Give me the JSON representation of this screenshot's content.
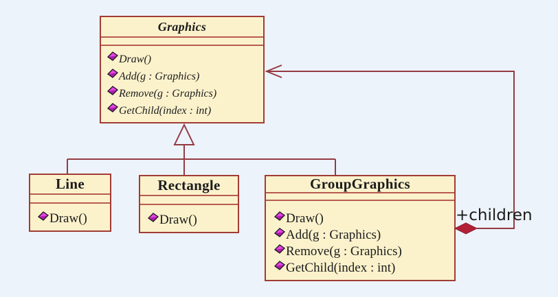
{
  "page": {
    "background_color": "#EDF3FB",
    "description": "UML class diagram of the Composite pattern for graphics objects"
  },
  "diagram": {
    "type": "uml-class-diagram",
    "colors": {
      "box_fill": "#FBF2CC",
      "box_border": "#A13B36",
      "separator": "#B85B4E",
      "connector": "#943A42",
      "visibility_diamond": "#DF3BDF",
      "composition_diamond": "#B22237",
      "text": "#1c1c1c"
    },
    "classes": [
      {
        "name": "Graphics",
        "abstract": true,
        "attributes": [],
        "methods": [
          "Draw()",
          "Add(g : Graphics)",
          "Remove(g : Graphics)",
          "GetChild(index : int)"
        ]
      },
      {
        "name": "Line",
        "abstract": false,
        "attributes": [],
        "methods": [
          "Draw()"
        ]
      },
      {
        "name": "Rectangle",
        "abstract": false,
        "attributes": [],
        "methods": [
          "Draw()"
        ]
      },
      {
        "name": "GroupGraphics",
        "abstract": false,
        "attributes": [],
        "methods": [
          "Draw()",
          "Add(g : Graphics)",
          "Remove(g : Graphics)",
          "GetChild(index : int)"
        ]
      }
    ],
    "relationships": [
      {
        "type": "generalization",
        "from": [
          "Line",
          "Rectangle",
          "GroupGraphics"
        ],
        "to": "Graphics"
      },
      {
        "type": "composition",
        "from": "GroupGraphics",
        "to": "Graphics",
        "label": "+children"
      }
    ]
  }
}
